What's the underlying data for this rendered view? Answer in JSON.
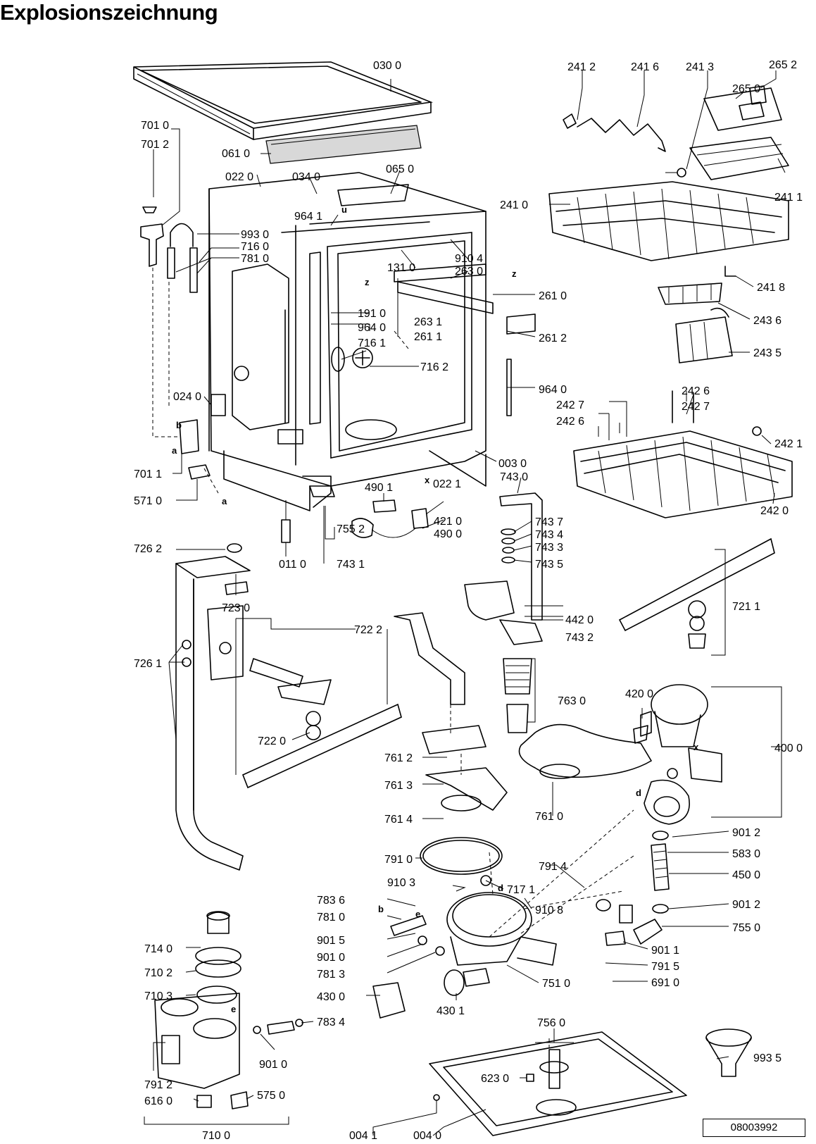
{
  "title": "Explosionszeichnung",
  "doc_number": "08003992",
  "parts": {
    "p0300": "030 0",
    "p0610": "061 0",
    "p0220": "022 0",
    "p0340": "034 0",
    "p0650": "065 0",
    "p7010": "701 0",
    "p7012": "701 2",
    "p9930": "993 0",
    "p7160": "716 0",
    "p7810": "781 0",
    "p9641": "964 1",
    "p1310": "131 0",
    "p9104": "910 4",
    "p2630": "263 0",
    "p2610": "261 0",
    "p1910": "191 0",
    "p9640a": "964 0",
    "p2631": "263 1",
    "p2611": "261 1",
    "p2612": "261 2",
    "p7161": "716 1",
    "p7162": "716 2",
    "p9640b": "964 0",
    "p0240": "024 0",
    "p7011": "701 1",
    "p5710": "571 0",
    "p0030": "003 0",
    "p7430": "743 0",
    "p4901": "490 1",
    "p0221": "022 1",
    "p4210": "421 0",
    "p4900": "490 0",
    "p7437": "743 7",
    "p7434": "743 4",
    "p7433": "743 3",
    "p7435": "743 5",
    "p7552": "755 2",
    "p7431": "743 1",
    "p0110": "011 0",
    "p2412": "241 2",
    "p2416": "241 6",
    "p2413": "241 3",
    "p2652": "265 2",
    "p2650": "265 0",
    "p2411": "241 1",
    "p2410": "241 0",
    "p2418": "241 8",
    "p2436": "243 6",
    "p2435": "243 5",
    "p2426a": "242 6",
    "p2427a": "242 7",
    "p2427b": "242 7",
    "p2426b": "242 6",
    "p2421": "242 1",
    "p2420": "242 0",
    "p7211": "721 1",
    "p7262": "726 2",
    "p7230": "723 0",
    "p7222": "722 2",
    "p7261": "726 1",
    "p7220": "722 0",
    "p4420": "442 0",
    "p7432": "743 2",
    "p7630": "763 0",
    "p4200": "420 0",
    "p4000": "400 0",
    "p7612": "761 2",
    "p7613": "761 3",
    "p7614": "761 4",
    "p7610": "761 0",
    "p9012a": "901 2",
    "p5830": "583 0",
    "p4500": "450 0",
    "p9012b": "901 2",
    "p7550": "755 0",
    "p9011": "901 1",
    "p7915": "791 5",
    "p6910": "691 0",
    "p7910": "791 0",
    "p7914": "791 4",
    "p9103": "910 3",
    "p7171": "717 1",
    "p9108": "910 8",
    "p7836": "783 6",
    "p7810b": "781 0",
    "p9015": "901 5",
    "p9010a": "901 0",
    "p7813": "781 3",
    "p7510": "751 0",
    "p4300": "430 0",
    "p4301": "430 1",
    "p7140": "714 0",
    "p7102": "710 2",
    "p7103": "710 3",
    "p7834": "783 4",
    "p9010b": "901 0",
    "p7912": "791 2",
    "p6160": "616 0",
    "p5750": "575 0",
    "p7100": "710 0",
    "p7560": "756 0",
    "p6230": "623 0",
    "p9935": "993 5",
    "p0041": "004 1",
    "p0040": "004 0"
  },
  "markers": {
    "a1": "a",
    "b1": "b",
    "a2": "a",
    "z1": "z",
    "z2": "z",
    "u": "u",
    "x1": "x",
    "x2": "x",
    "d1": "d",
    "d2": "d",
    "b2": "b",
    "e1": "e",
    "e2": "e"
  }
}
